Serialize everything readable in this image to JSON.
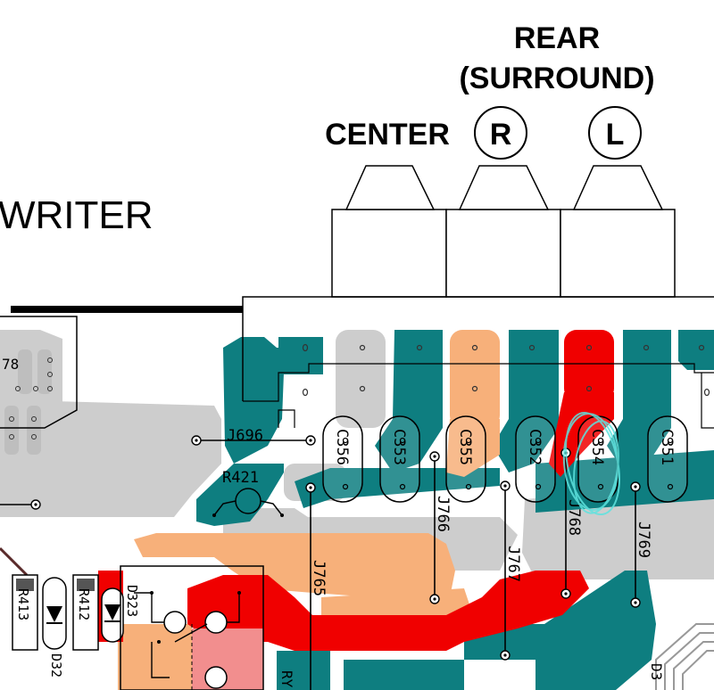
{
  "labels": {
    "rear": "REAR",
    "surround": "(SURROUND)",
    "center": "CENTER",
    "right": "R",
    "left": "L",
    "writer": "WRITER",
    "fragment_78": "78"
  },
  "capacitors": [
    {
      "ref": "C356"
    },
    {
      "ref": "C353"
    },
    {
      "ref": "C355"
    },
    {
      "ref": "C352"
    },
    {
      "ref": "C354"
    },
    {
      "ref": "C351"
    }
  ],
  "jumpers": [
    "J696",
    "J765",
    "J766",
    "J767",
    "J768",
    "J769"
  ],
  "resistors": [
    "R421",
    "R413",
    "R412"
  ],
  "diodes": [
    "D323",
    "D32",
    "D3"
  ],
  "partial_refs": {
    "ry": "RY"
  },
  "colors": {
    "teal": "#0E7E80",
    "orange": "#F7B07A",
    "red": "#F00000",
    "gray": "#CDCDCD",
    "pink": "#F28E8E",
    "highlight": "#5FE3DF"
  }
}
